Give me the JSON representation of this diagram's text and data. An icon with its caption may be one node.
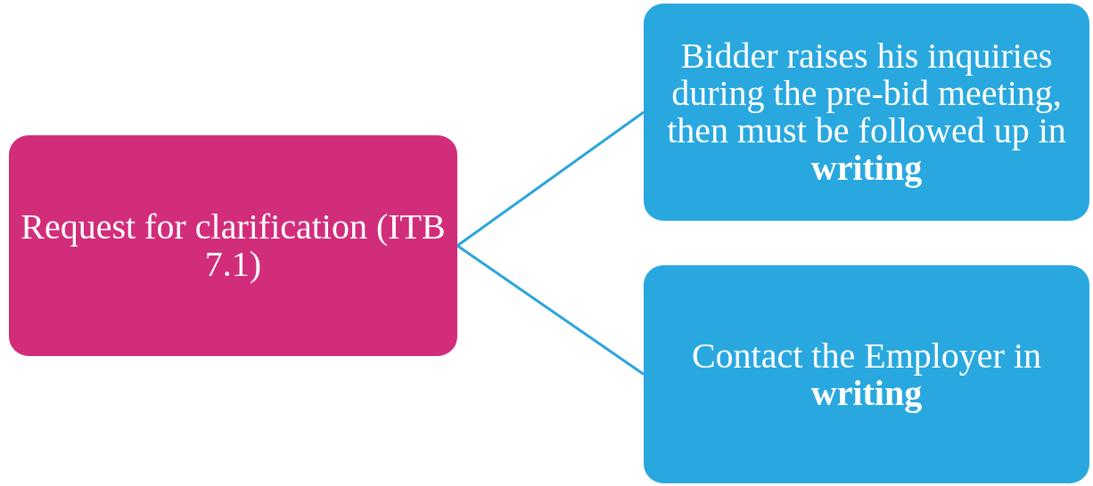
{
  "diagram": {
    "nodes": [
      {
        "text": [
          "Request for clarification (ITB 7.1)"
        ]
      },
      {
        "text": [
          "Bidder raises his inquiries during the pre-bid meeting, then must be followed up in **writing**"
        ]
      },
      {
        "text": [
          "Contact the Employer in **writing**"
        ]
      }
    ],
    "edges": [
      {
        "from": 0,
        "to": 1,
        "arrow": "none"
      },
      {
        "from": 0,
        "to": 2,
        "arrow": "none"
      }
    ]
  }
}
